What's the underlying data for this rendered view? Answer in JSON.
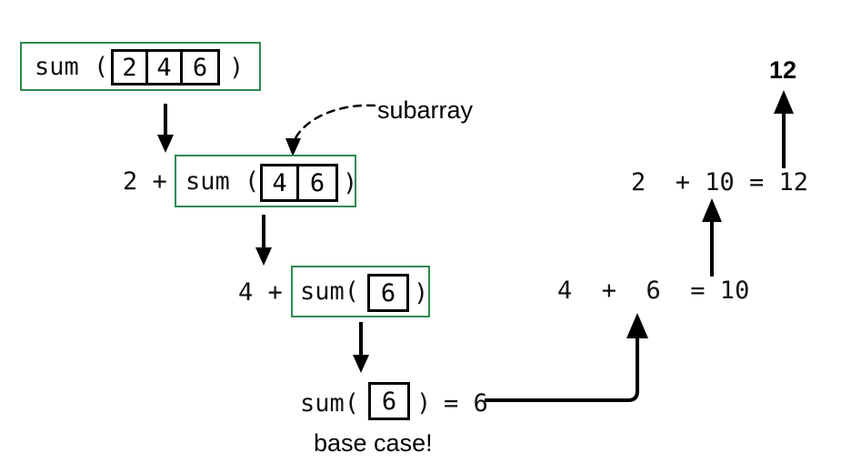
{
  "diagram": {
    "title": "recursive-sum-call-stack",
    "accent_green": "#2e8b4f",
    "ink": "#000000"
  },
  "levels": [
    {
      "id": "level-1",
      "prefix": "",
      "call_open": "sum (",
      "call_close": ")",
      "array": [
        "2",
        "4",
        "6"
      ]
    },
    {
      "id": "level-2",
      "prefix": "2 +",
      "call_open": "sum (",
      "call_close": ")",
      "array": [
        "4",
        "6"
      ]
    },
    {
      "id": "level-3",
      "prefix": "4 +",
      "call_open": "sum(",
      "call_close": ")",
      "array": [
        "6"
      ]
    }
  ],
  "base_case": {
    "call_open": "sum(",
    "call_close": ")",
    "array": [
      "6"
    ],
    "result_text": "= 6",
    "label": "base case!"
  },
  "annotation": {
    "subarray_label": "subarray"
  },
  "unwind": [
    {
      "id": "sum-4-6",
      "text": "4  +  6  = 10"
    },
    {
      "id": "sum-2-10",
      "text": "2  + 10 = 12"
    }
  ],
  "final_answer": "12"
}
